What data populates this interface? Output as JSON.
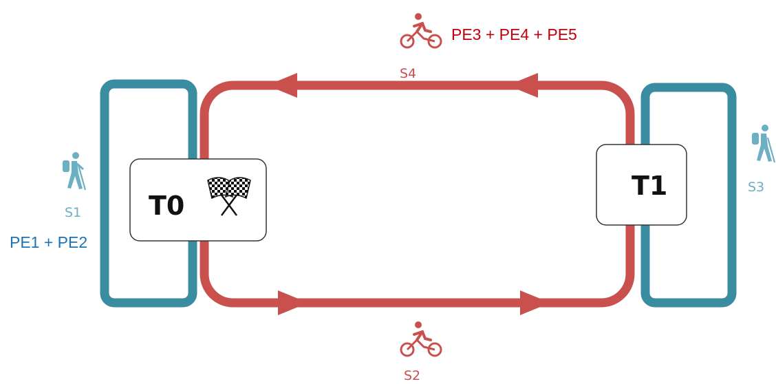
{
  "colors": {
    "run_loop": "#3a8ca0",
    "bike_loop": "#c9504c",
    "segment_label_blue": "#6cb0c4",
    "segment_label_red": "#c9504c",
    "pe_blue": "#1a73b8",
    "pe_red": "#c0000b",
    "box_border": "#333333"
  },
  "segments": {
    "s1": {
      "label": "S1",
      "discipline": "hiking"
    },
    "s2": {
      "label": "S2",
      "discipline": "cycling"
    },
    "s3": {
      "label": "S3",
      "discipline": "hiking"
    },
    "s4": {
      "label": "S4",
      "discipline": "cycling"
    }
  },
  "stages": {
    "left": "PE1 + PE2",
    "top": "PE3 + PE4 + PE5"
  },
  "transitions": {
    "t0": {
      "label": "T0",
      "icon": "checkered-flags-icon"
    },
    "t1": {
      "label": "T1"
    }
  },
  "icons": {
    "hiker": "hiker-icon",
    "cyclist": "cyclist-icon",
    "flags": "checkered-flags-icon"
  }
}
